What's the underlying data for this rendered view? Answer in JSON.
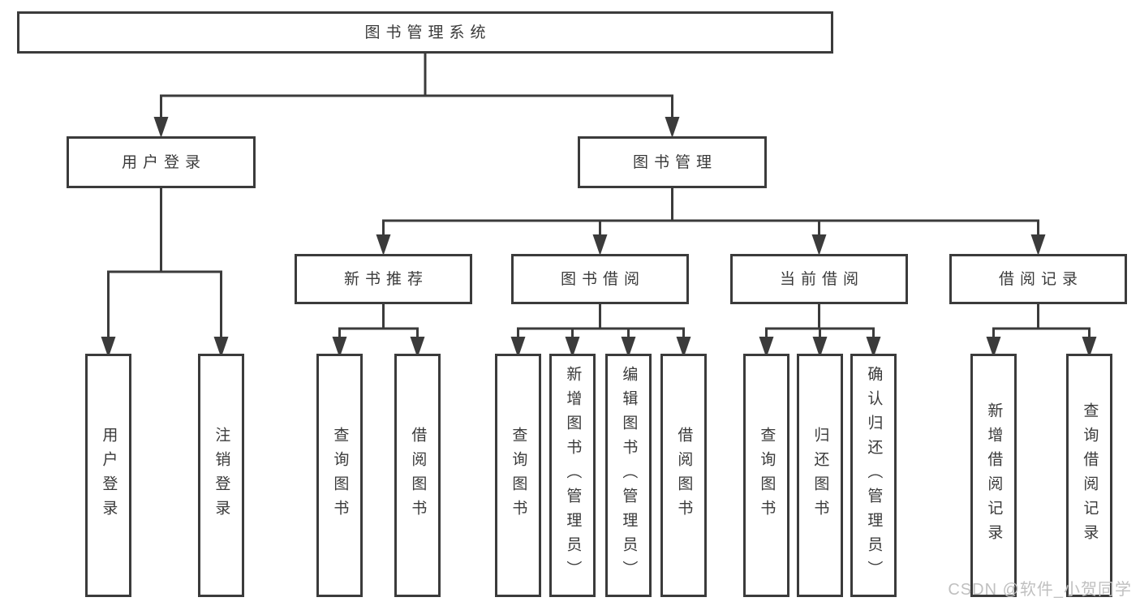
{
  "tree": {
    "root": "图书管理系统",
    "branches": [
      {
        "label": "用户登录",
        "leaves": [
          "用户登录",
          "注销登录"
        ]
      },
      {
        "label": "图书管理",
        "groups": [
          {
            "label": "新书推荐",
            "leaves": [
              "查询图书",
              "借阅图书"
            ]
          },
          {
            "label": "图书借阅",
            "leaves": [
              "查询图书",
              "新增图书（管理员）",
              "编辑图书（管理员）",
              "借阅图书"
            ]
          },
          {
            "label": "当前借阅",
            "leaves": [
              "查询图书",
              "归还图书",
              "确认归还（管理员）"
            ]
          },
          {
            "label": "借阅记录",
            "leaves": [
              "新增借阅记录",
              "查询借阅记录"
            ]
          }
        ]
      }
    ]
  },
  "watermark": "CSDN @软件_小贺同学",
  "colors": {
    "line": "#3b3b3b",
    "text": "#3a3a3a",
    "watermark": "#c0c0c0",
    "background": "#ffffff"
  }
}
